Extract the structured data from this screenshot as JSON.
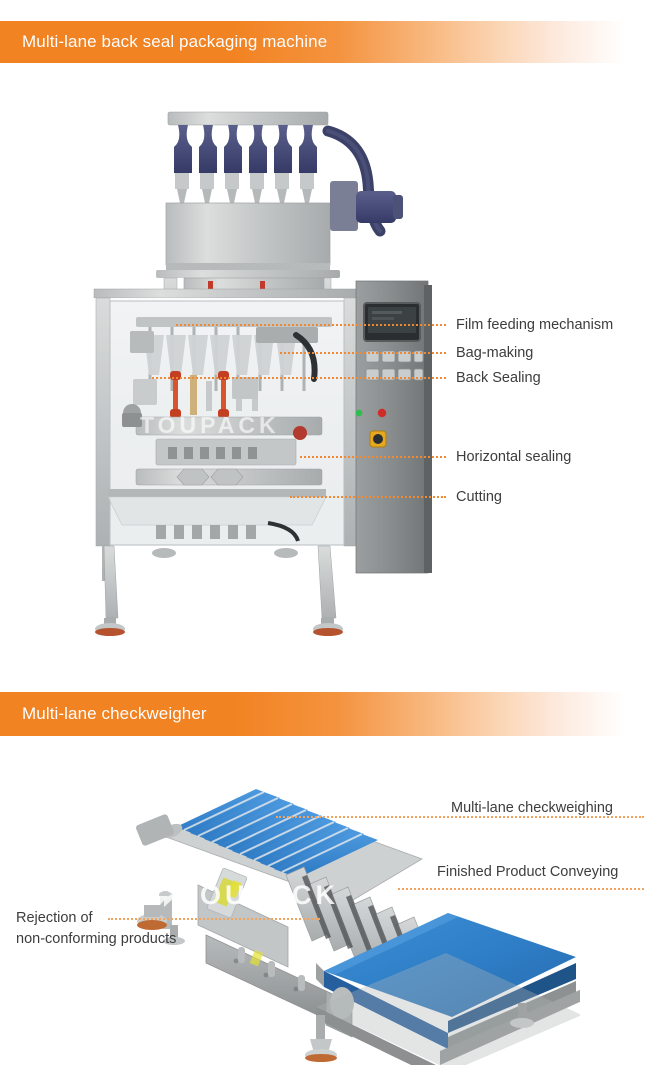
{
  "brand": {
    "watermark_text": "TOUPACK",
    "accent_orange": "#f28322",
    "leader_orange": "#ef8a33",
    "label_gray": "#3d3d3d"
  },
  "sections": [
    {
      "id": "back-seal",
      "header_title": "Multi-lane back seal packaging machine",
      "labels": [
        {
          "text": "Film feeding mechanism"
        },
        {
          "text": "Bag-making"
        },
        {
          "text": "Back Sealing"
        },
        {
          "text": "Horizontal sealing"
        },
        {
          "text": "Cutting"
        }
      ]
    },
    {
      "id": "checkweigher",
      "header_title": "Multi-lane checkweigher",
      "labels": [
        {
          "text": "Multi-lane checkweighing"
        },
        {
          "text": "Finished Product Conveying"
        },
        {
          "text_line1": "Rejection of",
          "text_line2": "non-conforming products"
        }
      ]
    }
  ]
}
